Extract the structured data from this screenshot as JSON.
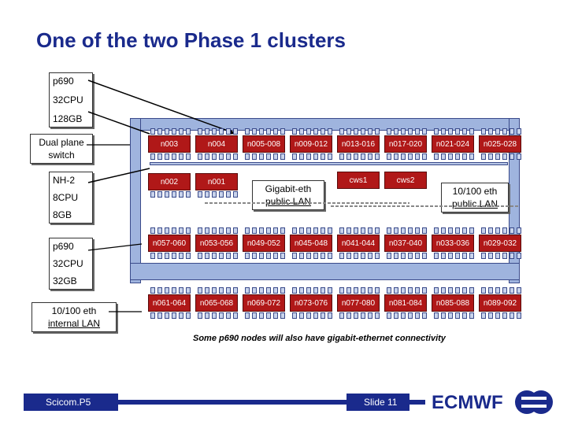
{
  "title": "One of the two Phase 1 clusters",
  "labels": {
    "p690_top_1": "p690",
    "p690_top_2": "32CPU",
    "p690_top_3": "128GB",
    "dual_plane_1": "Dual plane",
    "dual_plane_2": "switch",
    "nh2_1": "NH-2",
    "nh2_2": "8CPU",
    "nh2_3": "8GB",
    "p690_mid_1": "p690",
    "p690_mid_2": "32CPU",
    "p690_mid_3": "32GB",
    "internal_lan_1": "10/100 eth",
    "internal_lan_2": "internal LAN",
    "gigabit_1": "Gigabit-eth",
    "gigabit_2": "public LAN",
    "eth_public_1": "10/100 eth",
    "eth_public_2": "public LAN"
  },
  "nodes": {
    "row1": [
      "n003",
      "n004",
      "n005-008",
      "n009-012",
      "n013-016",
      "n017-020",
      "n021-024",
      "n025-028"
    ],
    "row2": [
      "n002",
      "n001",
      "cws1",
      "cws2"
    ],
    "row3": [
      "n057-060",
      "n053-056",
      "n049-052",
      "n045-048",
      "n041-044",
      "n037-040",
      "n033-036",
      "n029-032"
    ],
    "row4": [
      "n061-064",
      "n065-068",
      "n069-072",
      "n073-076",
      "n077-080",
      "n081-084",
      "n085-088",
      "n089-092"
    ]
  },
  "note": "Some p690 nodes will also have gigabit-ethernet connectivity",
  "footer": {
    "left": "Scicom.P5",
    "slide": "Slide 11",
    "brand": "ECMWF"
  },
  "colors": {
    "title": "#1a2a8c",
    "node": "#b01818",
    "band": "#9fb4de"
  }
}
